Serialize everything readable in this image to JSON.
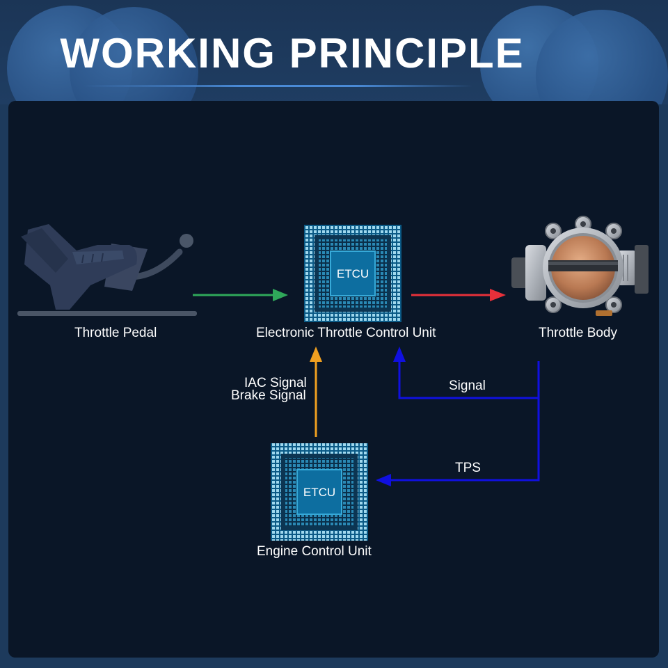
{
  "header": {
    "title": "WORKING PRINCIPLE"
  },
  "nodes": {
    "pedal": {
      "label": "Throttle Pedal"
    },
    "etcu": {
      "label": "Electronic Throttle Control Unit",
      "chip_text": "ETCU"
    },
    "throttle_body": {
      "label": "Throttle Body"
    },
    "ecu": {
      "label": "Engine Control Unit",
      "chip_text": "ETCU"
    }
  },
  "edges": {
    "ecu_to_etcu": {
      "label_line1": "IAC Signal",
      "label_line2": "Brake Signal",
      "color": "#f0a020"
    },
    "body_to_etcu": {
      "label": "Signal",
      "color": "#1010e0"
    },
    "body_to_ecu": {
      "label": "TPS",
      "color": "#1010e0"
    },
    "pedal_to_etcu": {
      "color": "#2fa85a"
    },
    "etcu_to_body": {
      "color": "#e8303a"
    }
  },
  "colors": {
    "background": "#0a1627",
    "header": "#1d3a5c",
    "chip_outer": "#1b9fd0",
    "chip_core": "#0d6ea0"
  }
}
